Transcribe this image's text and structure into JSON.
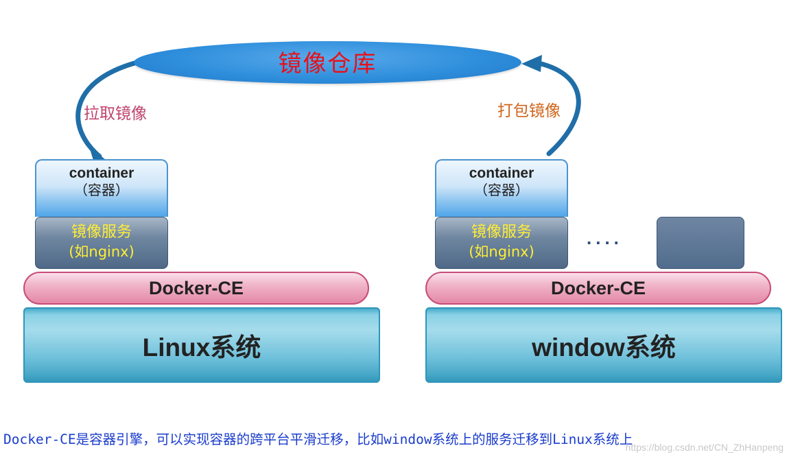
{
  "repository": {
    "label": "镜像仓库",
    "fill_color": "#2f8fdc",
    "text_color": "#e8101a"
  },
  "arrows": {
    "pull": {
      "label": "拉取镜像",
      "color": "#c0436c"
    },
    "push": {
      "label": "打包镜像",
      "color": "#d0651c"
    },
    "stroke_color": "#1f6ea8"
  },
  "hosts": [
    {
      "container_title": "container",
      "container_subtitle": "（容器）",
      "service_line1": "镜像服务",
      "service_line2": "(如nginx)",
      "docker_label": "Docker-CE",
      "os_label": "Linux系统"
    },
    {
      "container_title": "container",
      "container_subtitle": "（容器）",
      "service_line1": "镜像服务",
      "service_line2": "(如nginx)",
      "ellipsis": "....",
      "docker_label": "Docker-CE",
      "os_label": "window系统"
    }
  ],
  "caption": "Docker-CE是容器引擎，可以实现容器的跨平台平滑迁移，比如window系统上的服务迁移到Linux系统上",
  "watermark": "https://blog.csdn.net/CN_ZhHanpeng"
}
